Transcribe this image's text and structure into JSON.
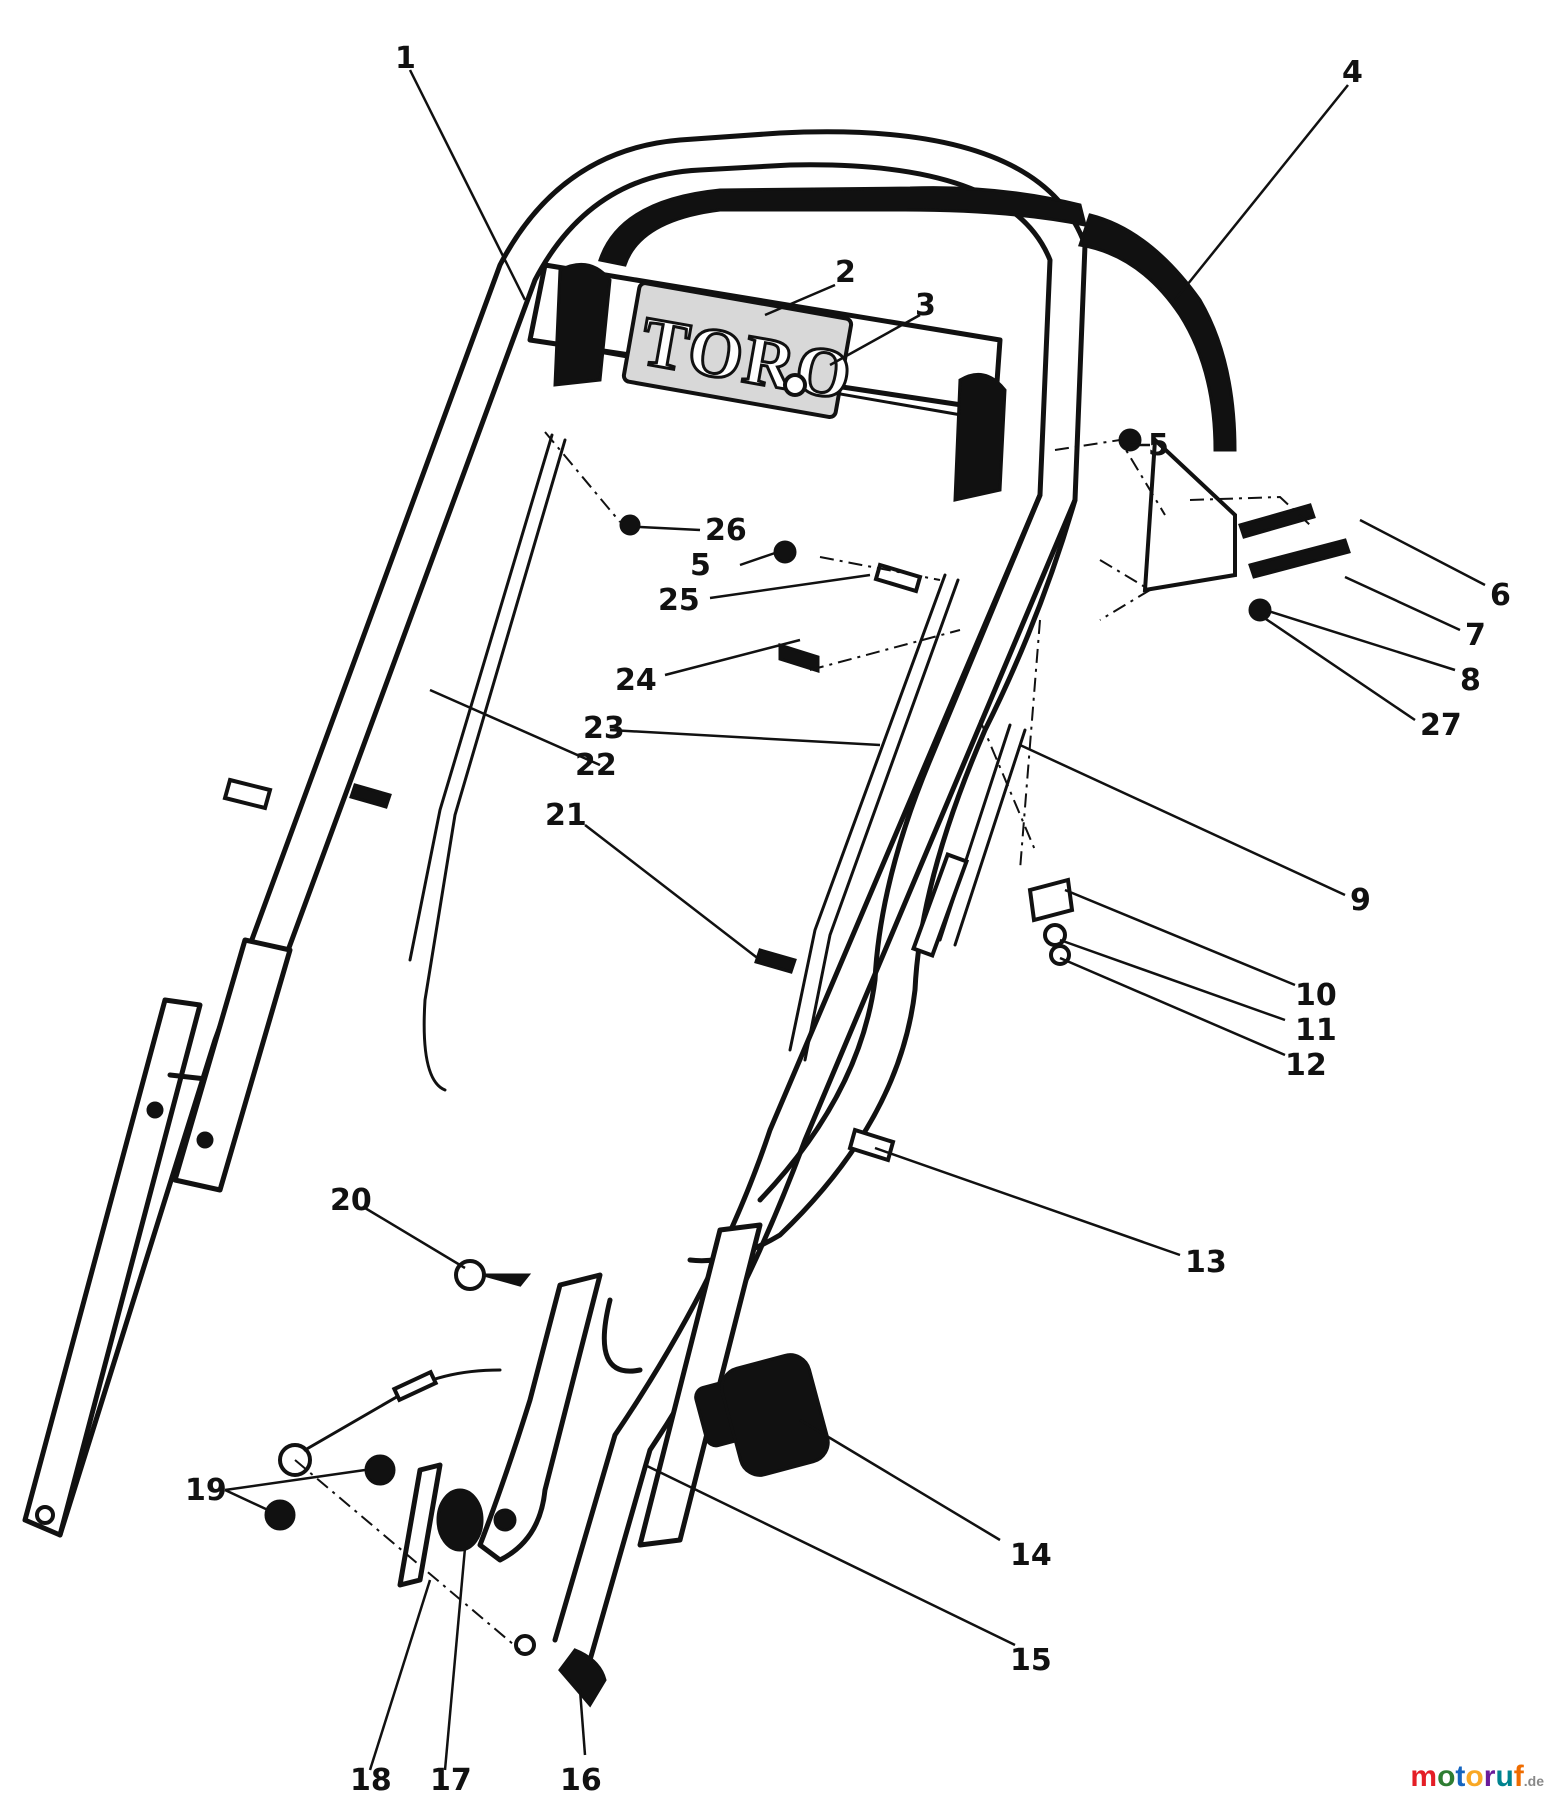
{
  "diagram": {
    "plate_text": "TORO",
    "callouts": [
      "1",
      "2",
      "3",
      "4",
      "5",
      "5",
      "6",
      "7",
      "8",
      "27",
      "9",
      "10",
      "11",
      "12",
      "13",
      "14",
      "15",
      "16",
      "17",
      "18",
      "19",
      "20",
      "21",
      "22",
      "23",
      "24",
      "25",
      "26"
    ]
  },
  "watermark": {
    "letters": [
      "m",
      "o",
      "t",
      "o",
      "r",
      "u",
      "f"
    ],
    "letter_colors": [
      "#e41e26",
      "#2e7d32",
      "#1565c0",
      "#f9a825",
      "#6a1b9a",
      "#00838f",
      "#ef6c00"
    ],
    "tld": ".de"
  }
}
